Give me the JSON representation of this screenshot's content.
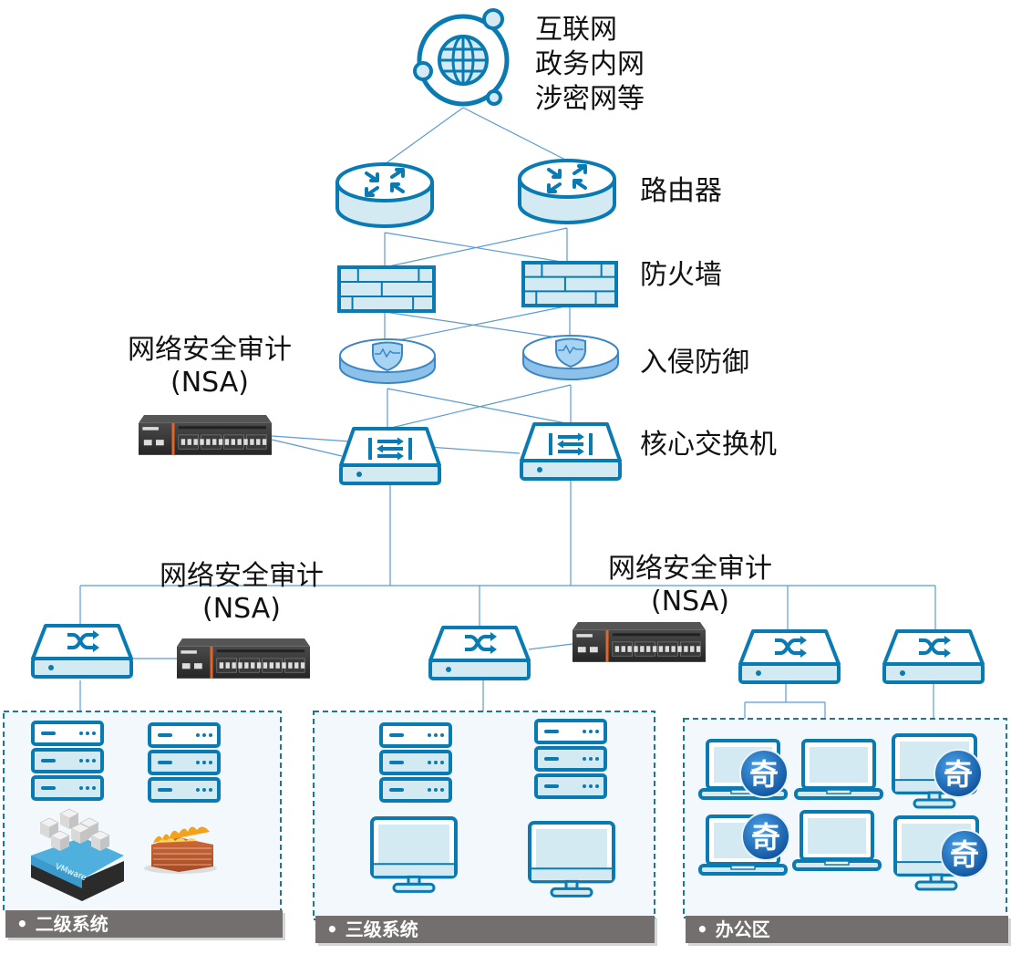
{
  "title": "网络安全审计部署拓扑",
  "colors": {
    "icon_stroke": "#0a7ab3",
    "icon_fill": "#d3eaf3",
    "line": "#5b9bd5",
    "zone_border": "#1a7a96",
    "zone_bg": "#f2f8fb",
    "zone_label_bg": "#736f6e",
    "qihoo_badge": "#1565c0"
  },
  "top": {
    "cloud_icon": "globe-network-icon",
    "label_lines": [
      "互联网",
      "政务内网",
      "涉密网等"
    ]
  },
  "layers": {
    "router": {
      "label": "路由器",
      "icon": "router-icon",
      "count": 2
    },
    "firewall": {
      "label": "防火墙",
      "icon": "firewall-icon",
      "count": 2
    },
    "ips": {
      "label": "入侵防御",
      "icon": "ips-shield-icon",
      "count": 2
    },
    "core_switch": {
      "label": "核心交换机",
      "icon": "core-switch-icon",
      "count": 2
    }
  },
  "nsa_devices": [
    {
      "title": "网络安全审计",
      "subtitle": "(NSA)",
      "icon": "nsa-appliance-icon"
    },
    {
      "title": "网络安全审计",
      "subtitle": "(NSA)",
      "icon": "nsa-appliance-icon"
    },
    {
      "title": "网络安全审计",
      "subtitle": "(NSA)",
      "icon": "nsa-appliance-icon"
    }
  ],
  "access_switches": {
    "icon": "access-switch-icon",
    "count": 4
  },
  "zones": [
    {
      "label": "二级系统",
      "bullet": "•",
      "contents": [
        "server",
        "server",
        "vmware-host",
        "firewall-wall"
      ]
    },
    {
      "label": "三级系统",
      "bullet": "•",
      "contents": [
        "server",
        "server",
        "desktop",
        "desktop"
      ]
    },
    {
      "label": "办公区",
      "bullet": "•",
      "contents": [
        "laptop-qihoo",
        "laptop",
        "desktop-qihoo",
        "laptop-qihoo",
        "laptop",
        "desktop-qihoo"
      ]
    }
  ],
  "badges": {
    "qihoo_glyph": "奇",
    "vm_text": "VM",
    "vmware_text": "VMware"
  }
}
